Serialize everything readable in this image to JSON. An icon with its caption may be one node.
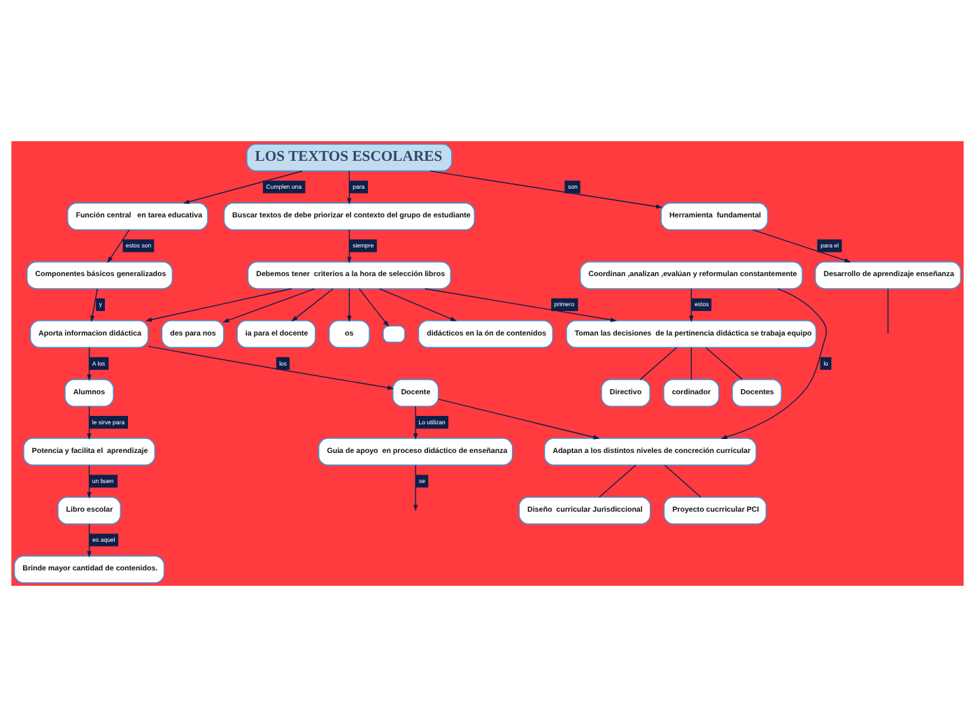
{
  "diagram": {
    "nodes": [
      {
        "text": [
          "LOS TEXTOS ESCOLARES"
        ]
      },
      {
        "text": [
          "Buscar textos de debe priorizar el contexto del grupo de estudiante"
        ]
      },
      {
        "text": [
          "Debemos tener  criterios a la hora de selección libros"
        ]
      },
      {
        "text": [
          "Función central   en tarea educativa"
        ]
      },
      {
        "text": [
          "Componentes básicos generalizados"
        ]
      },
      {
        "text": [
          "Aporta informacion didáctica"
        ]
      },
      {
        "text": [
          "Herramienta  fundamental"
        ]
      },
      {
        "text": [
          "Desarrollo de aprendizaje enseñanza"
        ]
      },
      {
        "text": [
          "Alumnos"
        ]
      },
      {
        "text": [
          "Docente"
        ]
      },
      {
        "text": [
          "Potencia y facilita el  aprendizaje"
        ]
      },
      {
        "text": [
          "Libro escolar"
        ]
      },
      {
        "text": [
          "Brinde mayor cantidad de contenidos."
        ]
      },
      {
        "text": [
          "Guia de apoyo  en proceso didáctico de enseñanza"
        ]
      },
      {
        "text": [
          "Toman las decisiones  de la pertinencia didáctica se trabaja equipo"
        ]
      },
      {
        "text": [
          "Coordinan ,analizan ,evalúan y reformulan constantemente"
        ]
      },
      {
        "text": [
          "Adaptan a los distintos niveles de concreción curricular"
        ]
      },
      {
        "text": [
          "Directivo"
        ]
      },
      {
        "text": [
          "cordinador"
        ]
      },
      {
        "text": [
          "Docentes"
        ]
      },
      {
        "text": [
          "Diseño  curricular Jurisdiccional"
        ]
      },
      {
        "text": [
          "Proyecto cucrricular PCI"
        ]
      },
      {
        "text": [
          "didácticos en la ón de contenidos"
        ]
      },
      {
        "text": [
          "des para nos"
        ]
      },
      {
        "text": [
          "ia para el docente"
        ]
      },
      {
        "text": [
          "os"
        ]
      },
      {
        "text": [],
        "shape": "box"
      }
    ],
    "edges": [
      {
        "from": 0,
        "to": 1,
        "arrow": "to",
        "label": "para"
      },
      {
        "from": 1,
        "to": 2,
        "arrow": "to",
        "label": "siempre"
      },
      {
        "from": 0,
        "to": 3,
        "arrow": "to",
        "label": "Cumplen una"
      },
      {
        "from": 3,
        "to": 4,
        "arrow": "to",
        "label": "estos son"
      },
      {
        "from": 4,
        "to": 5,
        "arrow": "to",
        "label": "y"
      },
      {
        "from": 2,
        "to": 5,
        "arrow": "to"
      },
      {
        "from": 0,
        "to": 6,
        "arrow": "to",
        "label": "son"
      },
      {
        "from": 6,
        "to": 7,
        "arrow": "to",
        "label": "para el"
      },
      {
        "from": 5,
        "to": 8,
        "arrow": "to",
        "label": "A los"
      },
      {
        "from": 5,
        "to": 9,
        "arrow": "to",
        "label": "los"
      },
      {
        "from": 8,
        "to": 10,
        "arrow": "to",
        "label": "le sirve para"
      },
      {
        "from": 10,
        "to": 11,
        "arrow": "to",
        "label": "un buen"
      },
      {
        "from": 11,
        "to": 12,
        "arrow": "to",
        "label": "es aquel"
      },
      {
        "from": 9,
        "to": 13,
        "arrow": "to",
        "label": "Lo utilizan"
      },
      {
        "from": 2,
        "to": 14,
        "arrow": "to",
        "label": "primero"
      },
      {
        "from": 15,
        "to": 14,
        "arrow": "to",
        "label": "estos"
      },
      {
        "from": 15,
        "to": 16,
        "arrow": "to",
        "label": "lo"
      },
      {
        "from": 9,
        "to": 16,
        "arrow": "to"
      },
      {
        "from": 14,
        "to": 17,
        "arrow": "none"
      },
      {
        "from": 14,
        "to": 18,
        "arrow": "none"
      },
      {
        "from": 14,
        "to": 19,
        "arrow": "none"
      },
      {
        "from": 16,
        "to": 20,
        "arrow": "none"
      },
      {
        "from": 16,
        "to": 21,
        "arrow": "none"
      },
      {
        "from": 2,
        "to": 22,
        "arrow": "to"
      },
      {
        "from": 2,
        "to": 23,
        "arrow": "to"
      },
      {
        "from": 2,
        "to": 24,
        "arrow": "to"
      },
      {
        "from": 2,
        "to": 25,
        "arrow": "to"
      },
      {
        "from": 2,
        "to": 26,
        "arrow": "to"
      },
      {
        "from": 13,
        "to": null,
        "arrow": "to",
        "label": "se"
      },
      {
        "from": 7,
        "to": null,
        "arrow": "none"
      }
    ]
  }
}
